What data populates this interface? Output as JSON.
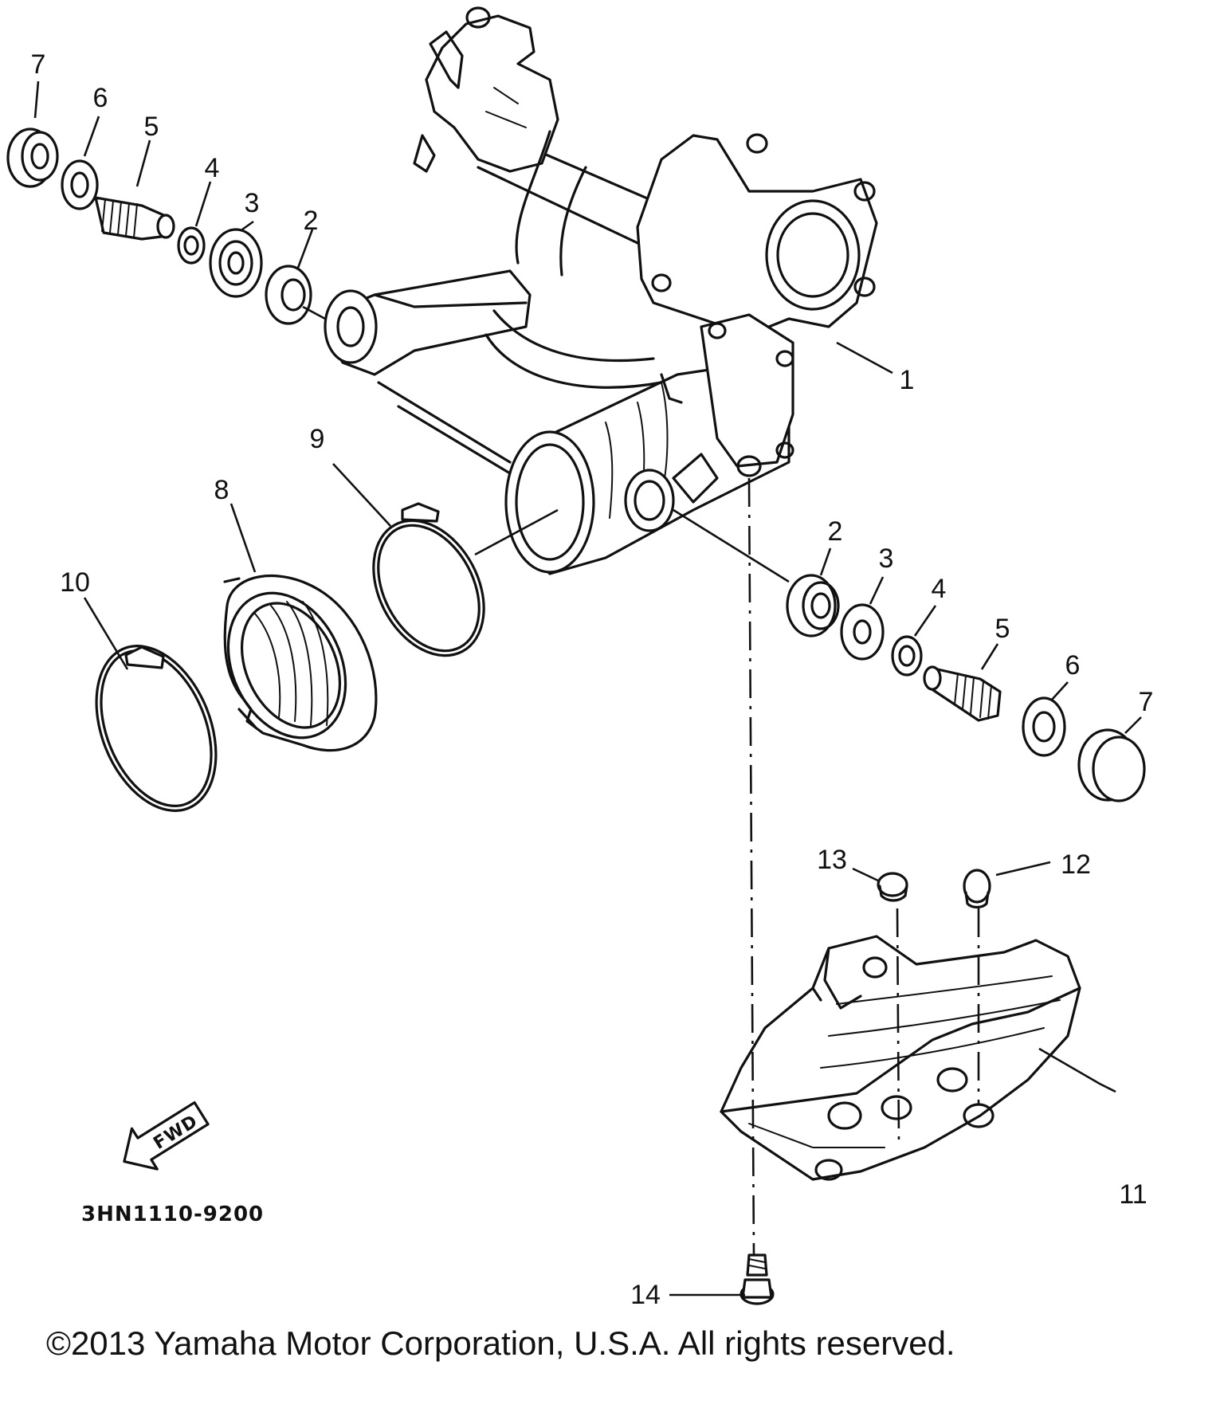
{
  "callouts": {
    "c1": "1",
    "c2a": "2",
    "c3a": "3",
    "c4a": "4",
    "c5a": "5",
    "c6a": "6",
    "c7a": "7",
    "c2b": "2",
    "c3b": "3",
    "c4b": "4",
    "c5b": "5",
    "c6b": "6",
    "c7b": "7",
    "c8": "8",
    "c9": "9",
    "c10": "10",
    "c11": "11",
    "c12": "12",
    "c13": "13",
    "c14": "14"
  },
  "fwd_label": "FWD",
  "diagram_code": "3HN1110-9200",
  "copyright": "©2013 Yamaha Motor Corporation, U.S.A. All rights reserved."
}
